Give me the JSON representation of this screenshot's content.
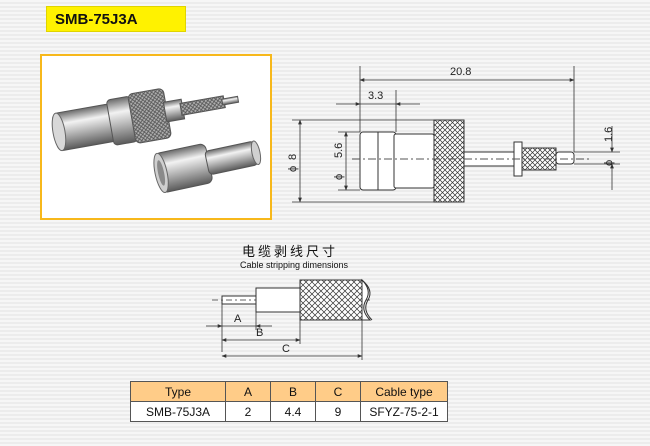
{
  "title": "SMB-75J3A",
  "drawing_dimensions": {
    "overall_length": "20.8",
    "front_length": "3.3",
    "body_diameter": "8",
    "front_diameter": "5.6",
    "pin_diameter": "1.6"
  },
  "stripping": {
    "title_cn": "电缆剥线尺寸",
    "title_en": "Cable stripping dimensions",
    "labels": [
      "A",
      "B",
      "C"
    ]
  },
  "table": {
    "headers": [
      "Type",
      "A",
      "B",
      "C",
      "Cable type"
    ],
    "row": [
      "SMB-75J3A",
      "2",
      "4.4",
      "9",
      "SFYZ-75-2-1"
    ]
  },
  "colors": {
    "title_bg": "#fff200",
    "photo_border": "#f7b81b",
    "table_header_bg": "#ffcc88",
    "dimension_line": "#333333"
  }
}
